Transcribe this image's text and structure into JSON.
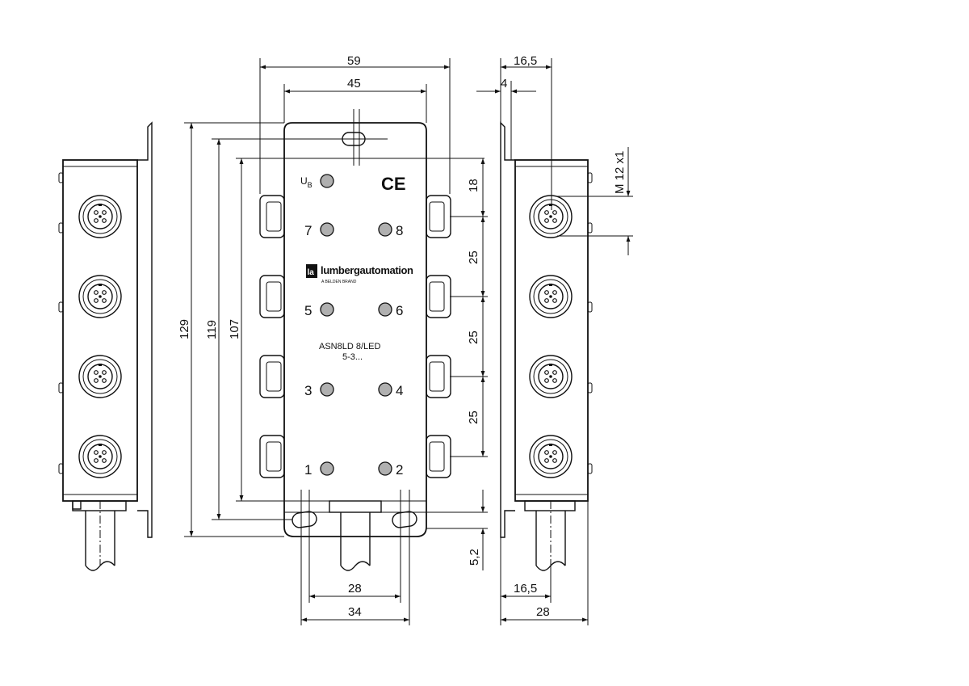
{
  "brand": {
    "logo_mark": "la",
    "name": "lumbergautomation",
    "tagline": "A BELDEN BRAND"
  },
  "product": {
    "model": "ASN8LD 8/LED",
    "sub": "5-3..."
  },
  "ce_mark": "CE",
  "ub_label": {
    "main": "U",
    "sub": "B"
  },
  "port_numbers": [
    "1",
    "2",
    "3",
    "4",
    "5",
    "6",
    "7",
    "8"
  ],
  "dimensions": {
    "front_width_outer": "59",
    "front_width_inner": "45",
    "height_total": "129",
    "height_holes": "119",
    "height_ports": "107",
    "pitch_top": "18",
    "pitch_1": "25",
    "pitch_2": "25",
    "pitch_3": "25",
    "bottom_offset": "5,2",
    "hole_spacing": "28",
    "bottom_width": "34",
    "side_top_width": "16,5",
    "side_flange": "4",
    "thread": "M 12 x1",
    "side_bottom_inner": "16,5",
    "side_bottom_width": "28"
  }
}
